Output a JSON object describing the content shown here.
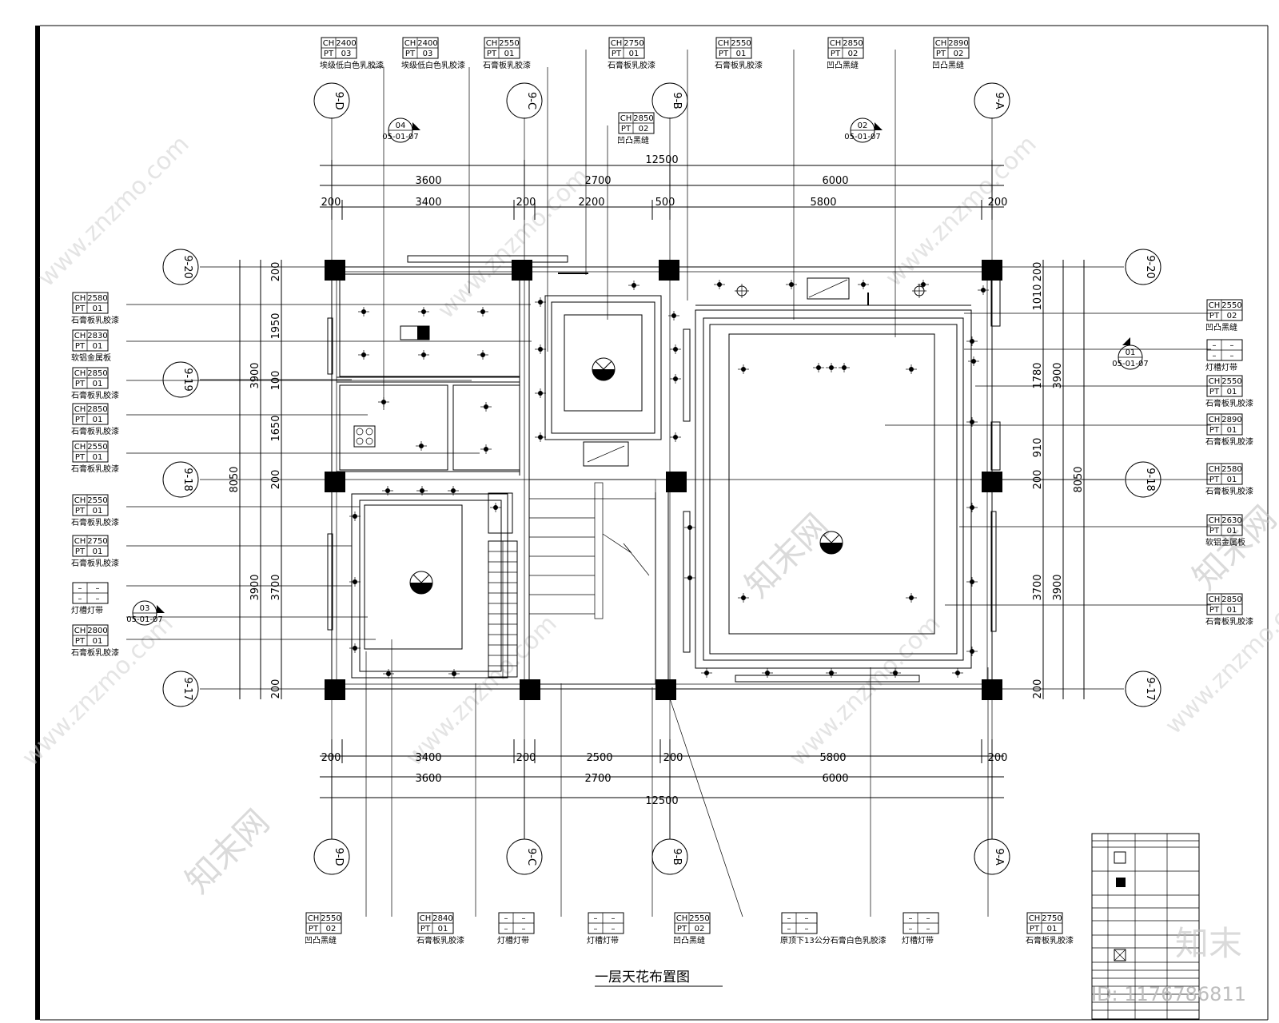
{
  "drawing": {
    "title": "一层天花布置图",
    "watermark_url": "www.znzmo.com",
    "watermark_brand": "知末网",
    "corner_logo": "知末",
    "id_label": "ID: 1176786811"
  },
  "dims": {
    "top_total": "12500",
    "top_row1": [
      "3600",
      "2700",
      "6000"
    ],
    "top_row2": [
      "200",
      "3400",
      "200",
      "2200",
      "500",
      "5800",
      "200"
    ],
    "bottom_row1": [
      "200",
      "3400",
      "200",
      "2500",
      "200",
      "5800",
      "200"
    ],
    "bottom_row2": [
      "3600",
      "2700",
      "6000"
    ],
    "bottom_total": "12500",
    "left_total": "8050",
    "left_row1": [
      "3900",
      "3900"
    ],
    "left_row2": [
      "200",
      "1950",
      "100",
      "1650",
      "200",
      "3700",
      "200"
    ],
    "right_total": "8050",
    "right_row1": [
      "3900",
      "3900"
    ],
    "right_row2": [
      "200",
      "1010",
      "1780",
      "910",
      "200",
      "3700",
      "200"
    ]
  },
  "axes": {
    "top": [
      "9-D",
      "9-C",
      "9-B",
      "9-A"
    ],
    "bottom": [
      "9-D",
      "9-C",
      "9-B",
      "9-A"
    ],
    "left": [
      "9-20",
      "9-19",
      "9-18",
      "9-17"
    ],
    "right": [
      "9-20",
      "9-18",
      "9-17"
    ]
  },
  "tags_top": [
    {
      "ch": "2400",
      "pt": "03",
      "note": "埃级低白色乳胶漆"
    },
    {
      "ch": "2400",
      "pt": "03",
      "note": "埃级低白色乳胶漆"
    },
    {
      "ch": "2550",
      "pt": "01",
      "note": "石膏板乳胶漆"
    },
    {
      "ch": "2750",
      "pt": "01",
      "note": "石膏板乳胶漆"
    },
    {
      "ch": "2550",
      "pt": "01",
      "note": "石膏板乳胶漆"
    },
    {
      "ch": "2850",
      "pt": "02",
      "note": "凹凸黑缝"
    },
    {
      "ch": "2890",
      "pt": "02",
      "note": "凹凸黑缝"
    }
  ],
  "tag_mid": {
    "ch": "2850",
    "pt": "02",
    "note": "凹凸黑缝"
  },
  "tags_left": [
    {
      "ch": "2580",
      "pt": "01",
      "note": "石膏板乳胶漆"
    },
    {
      "ch": "2830",
      "pt": "01",
      "note": "软铝金属板"
    },
    {
      "ch": "2850",
      "pt": "01",
      "note": "石膏板乳胶漆"
    },
    {
      "ch": "2850",
      "pt": "01",
      "note": "石膏板乳胶漆"
    },
    {
      "ch": "2550",
      "pt": "01",
      "note": "石膏板乳胶漆"
    },
    {
      "ch": "2550",
      "pt": "01",
      "note": "石膏板乳胶漆"
    },
    {
      "ch": "2750",
      "pt": "01",
      "note": "石膏板乳胶漆"
    },
    {
      "ch": "–",
      "pt": "–",
      "note": "灯槽灯带"
    },
    {
      "ch": "2800",
      "pt": "01",
      "note": "石膏板乳胶漆"
    }
  ],
  "tags_right": [
    {
      "ch": "2550",
      "pt": "02",
      "note": "凹凸黑缝"
    },
    {
      "ch": "–",
      "pt": "–",
      "note": "灯槽灯带"
    },
    {
      "ch": "2550",
      "pt": "01",
      "note": "石膏板乳胶漆"
    },
    {
      "ch": "2890",
      "pt": "01",
      "note": "石膏板乳胶漆"
    },
    {
      "ch": "2580",
      "pt": "01",
      "note": "石膏板乳胶漆"
    },
    {
      "ch": "2630",
      "pt": "01",
      "note": "软铝金属板"
    },
    {
      "ch": "2850",
      "pt": "01",
      "note": "石膏板乳胶漆"
    }
  ],
  "tags_bottom": [
    {
      "ch": "2550",
      "pt": "02",
      "note": "凹凸黑缝"
    },
    {
      "ch": "2840",
      "pt": "01",
      "note": "石膏板乳胶漆"
    },
    {
      "ch": "–",
      "pt": "–",
      "note": "灯槽灯带"
    },
    {
      "ch": "–",
      "pt": "–",
      "note": "灯槽灯带"
    },
    {
      "ch": "2550",
      "pt": "02",
      "note": "凹凸黑缝"
    },
    {
      "ch": "–",
      "pt": "–",
      "note": "原顶下13公分石膏白色乳胶漆"
    },
    {
      "ch": "–",
      "pt": "–",
      "note": "灯槽灯带"
    },
    {
      "ch": "2750",
      "pt": "01",
      "note": "石膏板乳胶漆"
    }
  ],
  "section_marks": [
    {
      "num": "04",
      "ref": "05-01-07"
    },
    {
      "num": "02",
      "ref": "05-01-07"
    },
    {
      "num": "01",
      "ref": "05-01-07"
    },
    {
      "num": "03",
      "ref": "05-01-07"
    }
  ]
}
